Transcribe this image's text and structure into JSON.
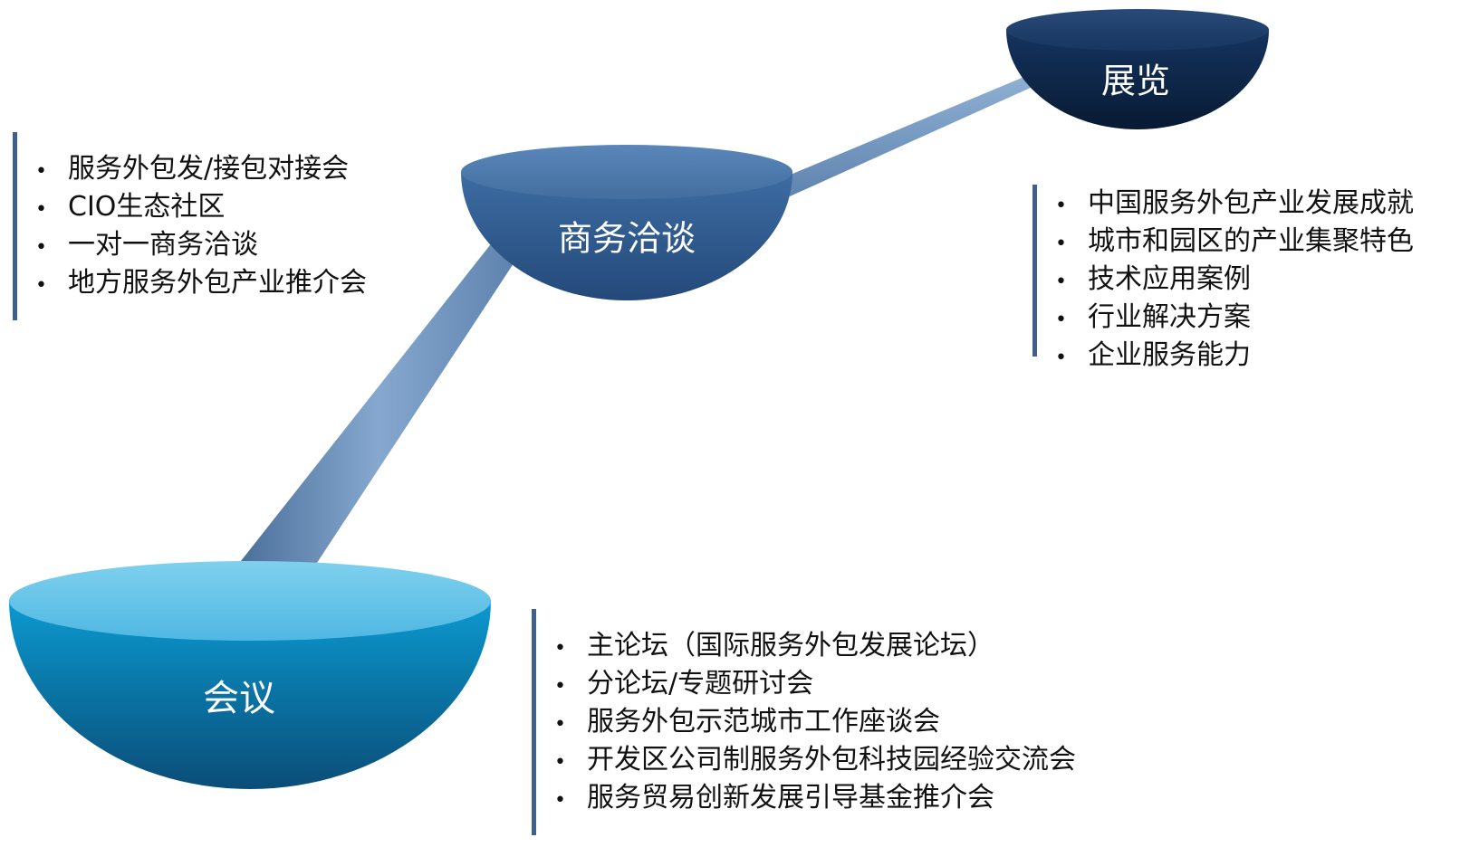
{
  "diagram": {
    "bowls": {
      "exhibition": {
        "label": "展览"
      },
      "negotiation": {
        "label": "商务洽谈"
      },
      "conference": {
        "label": "会议"
      }
    },
    "lists": {
      "negotiation": [
        "服务外包发/接包对接会",
        "CIO生态社区",
        "一对一商务洽谈",
        "地方服务外包产业推介会"
      ],
      "exhibition": [
        "中国服务外包产业发展成就",
        "城市和园区的产业集聚特色",
        "技术应用案例",
        "行业解决方案",
        "企业服务能力"
      ],
      "conference": [
        "主论坛（国际服务外包发展论坛）",
        "分论坛/专题研讨会",
        "服务外包示范城市工作座谈会",
        "开发区公司制服务外包科技园经验交流会",
        "服务贸易创新发展引导基金推介会"
      ]
    },
    "bullet_symbol": "•",
    "colors": {
      "exhibition_bowl": "#0d2240",
      "negotiation_bowl": "#2f5a8f",
      "conference_bowl": "#0a7fb0",
      "connector": "#6f93bd",
      "list_rule": "#3f5f8f"
    }
  }
}
